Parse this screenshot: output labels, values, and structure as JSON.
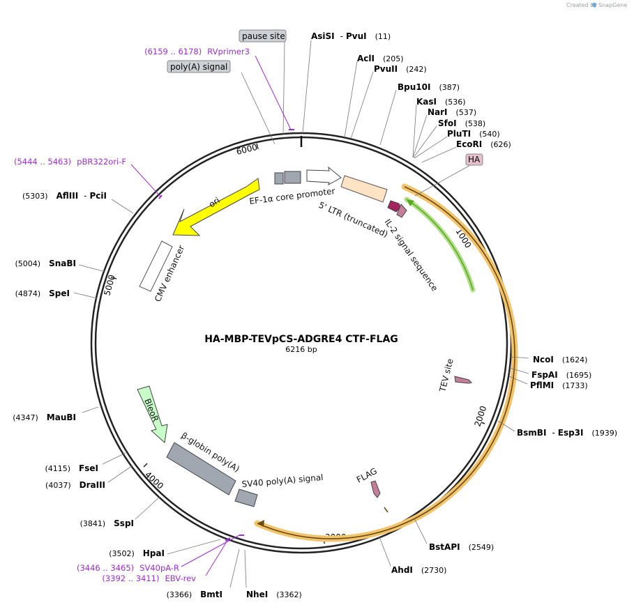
{
  "credit": "Created by",
  "brand": "SnapGene",
  "plasmid": {
    "name": "HA-MBP-TEVpCS-ADGRE4 CTF-FLAG",
    "size": "6216 bp"
  },
  "ruler": [
    "1000",
    "2000",
    "3000",
    "4000",
    "5000",
    "6000"
  ],
  "enzymes": [
    {
      "name": "AsiSI",
      "name2": "PvuI",
      "pos": "(11)"
    },
    {
      "name": "AclI",
      "pos": "(205)"
    },
    {
      "name": "PvuII",
      "pos": "(242)"
    },
    {
      "name": "Bpu10I",
      "pos": "(387)"
    },
    {
      "name": "KasI",
      "pos": "(536)"
    },
    {
      "name": "NarI",
      "pos": "(537)"
    },
    {
      "name": "SfoI",
      "pos": "(538)"
    },
    {
      "name": "PluTI",
      "pos": "(540)"
    },
    {
      "name": "EcoRI",
      "pos": "(626)"
    },
    {
      "name": "NcoI",
      "pos": "(1624)"
    },
    {
      "name": "FspAI",
      "pos": "(1695)"
    },
    {
      "name": "PflMI",
      "pos": "(1733)"
    },
    {
      "name": "BsmBI",
      "name2": "Esp3I",
      "pos": "(1939)"
    },
    {
      "name": "BstAPI",
      "pos": "(2549)"
    },
    {
      "name": "AhdI",
      "pos": "(2730)"
    },
    {
      "name": "NheI",
      "pos": "(3362)"
    },
    {
      "name": "BmtI",
      "pos": "(3366)"
    },
    {
      "name": "HpaI",
      "pos": "(3502)"
    },
    {
      "name": "SspI",
      "pos": "(3841)"
    },
    {
      "name": "DraIII",
      "pos": "(4037)"
    },
    {
      "name": "FseI",
      "pos": "(4115)"
    },
    {
      "name": "MauBI",
      "pos": "(4347)"
    },
    {
      "name": "SpeI",
      "pos": "(4874)"
    },
    {
      "name": "SnaBI",
      "pos": "(5004)"
    },
    {
      "name": "AflIII",
      "name2": "PciI",
      "pos": "(5303)"
    }
  ],
  "primers": [
    {
      "range": "(6159 .. 6178)",
      "name": "RVprimer3"
    },
    {
      "range": "(5444 .. 5463)",
      "name": "pBR322ori-F"
    },
    {
      "range": "(3446 .. 3465)",
      "name": "SV40pA-R"
    },
    {
      "range": "(3392 .. 3411)",
      "name": "EBV-rev"
    }
  ],
  "boxed_labels": [
    "pause site",
    "poly(A) signal",
    "HA"
  ],
  "features": [
    "EF-1α core promoter",
    "5' LTR (truncated)",
    "IL-2 signal sequence",
    "ori",
    "CMV enhancer",
    "TEV site",
    "FLAG",
    "BleoR",
    "β-globin poly(A)",
    "SV40 poly(A) signal"
  ],
  "colors": {
    "ori": "#ffff00",
    "bleor": "#c8ffc8",
    "ltr": "#ffe3c4",
    "orf_outline": "#f2c46d",
    "orf_line": "#6b4a12",
    "signal_green": "#55aa22",
    "primer": "#9b2fc9",
    "grey": "#a0a7b0",
    "ha_box": "#e8bfcc",
    "magenta": "#a3245f",
    "pink": "#c37e98"
  }
}
